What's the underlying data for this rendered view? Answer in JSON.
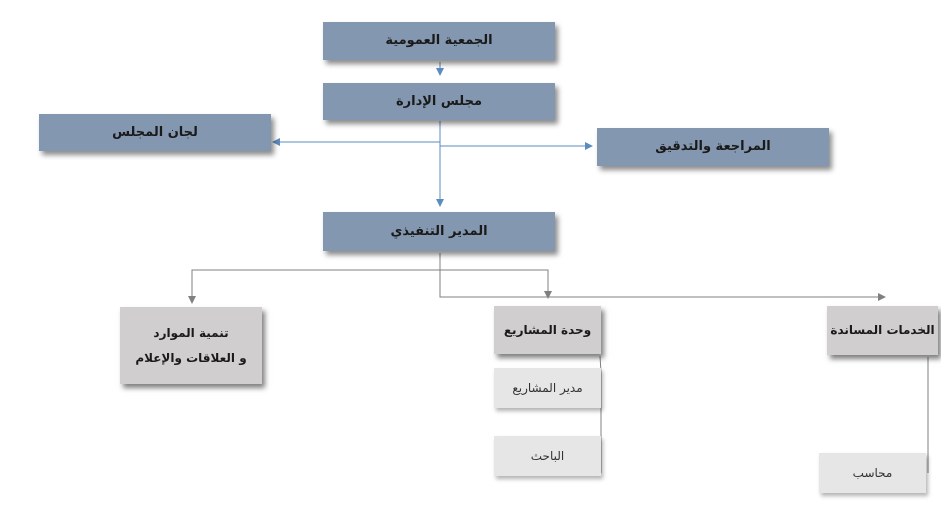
{
  "colors": {
    "top_box": "#8497b0",
    "unit_box": "#d0cece",
    "staff_box": "#e7e6e6",
    "blue_line": "#5b8bbf",
    "grey_line": "#808080"
  },
  "nodes": {
    "general_assembly": "الجمعية العمومية",
    "board": "مجلس الإدارة",
    "board_committees": "لجان المجلس",
    "audit": "المراجعة والتدقيق",
    "executive_director": "المدير التنفيذي",
    "resource_dev_line1": "تنمية الموارد",
    "resource_dev_line2": "و العلاقات والإعلام",
    "projects_unit": "وحدة المشاريع",
    "support_services": "الخدمات المساندة",
    "projects_manager": "مدير المشاريع",
    "researcher": "الباحث",
    "accountant": "محاسب"
  }
}
